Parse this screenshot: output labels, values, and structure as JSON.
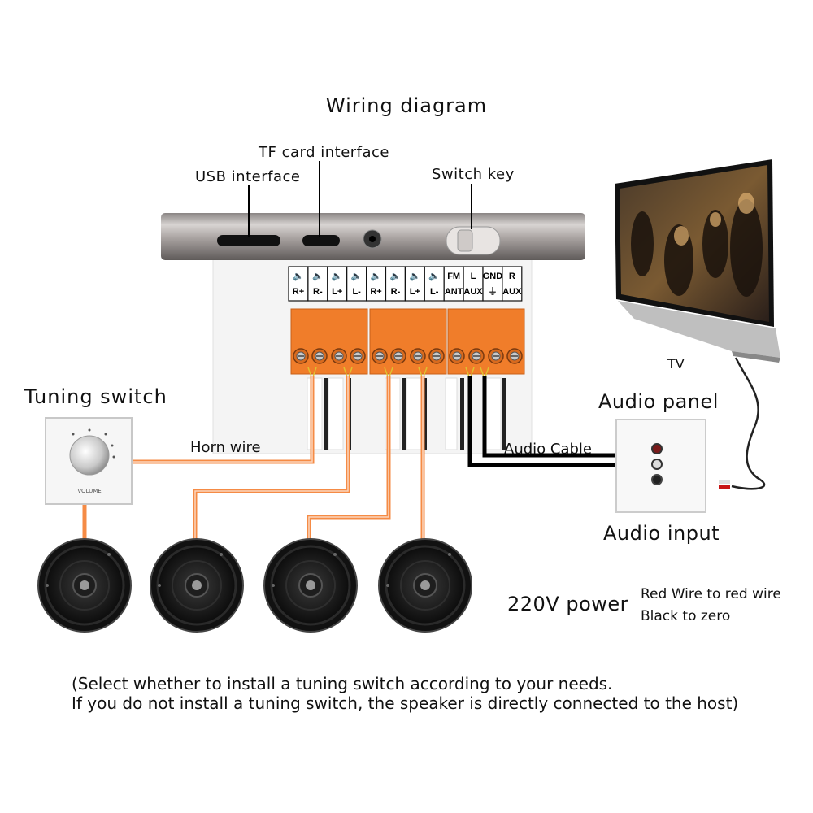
{
  "title": "Wiring diagram",
  "labels": {
    "tf_card": "TF card interface",
    "usb": "USB interface",
    "switch_key": "Switch key",
    "tuning_switch": "Tuning switch",
    "horn_wire": "Horn wire",
    "audio_cable": "Audio Cable",
    "audio_panel": "Audio panel",
    "audio_input": "Audio input",
    "tv": "TV",
    "power": "220V power",
    "red_wire": "Red Wire to red wire",
    "black_wire": "Black to zero",
    "knob_caption": "VOLUME"
  },
  "terminals": [
    {
      "top": "🔈",
      "bottom": "R+"
    },
    {
      "top": "🔈",
      "bottom": "R-"
    },
    {
      "top": "🔈",
      "bottom": "L+"
    },
    {
      "top": "🔈",
      "bottom": "L-"
    },
    {
      "top": "🔈",
      "bottom": "R+"
    },
    {
      "top": "🔈",
      "bottom": "R-"
    },
    {
      "top": "🔈",
      "bottom": "L+"
    },
    {
      "top": "🔈",
      "bottom": "L-"
    },
    {
      "top": "FM",
      "bottom": "ANT"
    },
    {
      "top": "L",
      "bottom": "AUX"
    },
    {
      "top": "GND",
      "bottom": "⏚"
    },
    {
      "top": "R",
      "bottom": "AUX"
    }
  ],
  "note": {
    "line1": "(Select whether to install a tuning switch according to your needs.",
    "line2": "If you do not install a tuning switch, the speaker is directly connected to the host)"
  },
  "colors": {
    "wire": "#f58b45",
    "terminal": "#f07d2a",
    "cable": "#000000"
  }
}
